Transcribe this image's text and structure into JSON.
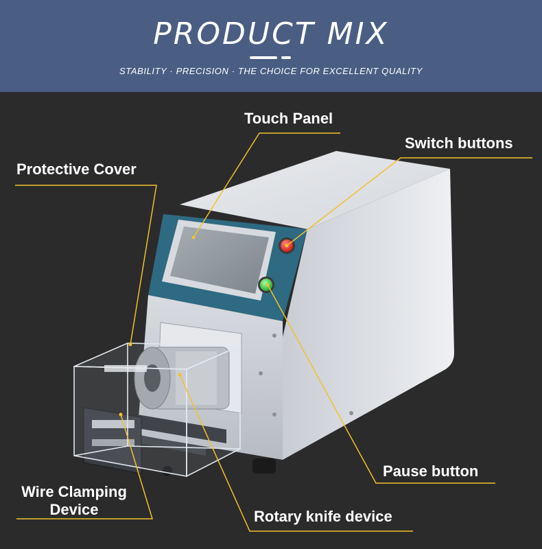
{
  "header": {
    "title": "PRODUCT MIX",
    "subtitle": "STABILITY · PRECISION · THE CHOICE FOR EXCELLENT QUALITY",
    "bg_color": "#4a5e84"
  },
  "callouts": {
    "touch_panel": "Touch Panel",
    "switch_buttons": "Switch buttons",
    "protective_cover": "Protective Cover",
    "pause_button": "Pause button",
    "wire_clamping_line1": "Wire Clamping",
    "wire_clamping_line2": "Device",
    "rotary_knife": "Rotary knife device"
  },
  "colors": {
    "leader_line": "#f2c12e",
    "switch_red": "#e52420",
    "pause_green": "#2ecf3a",
    "panel_teal": "#2e6a82"
  }
}
